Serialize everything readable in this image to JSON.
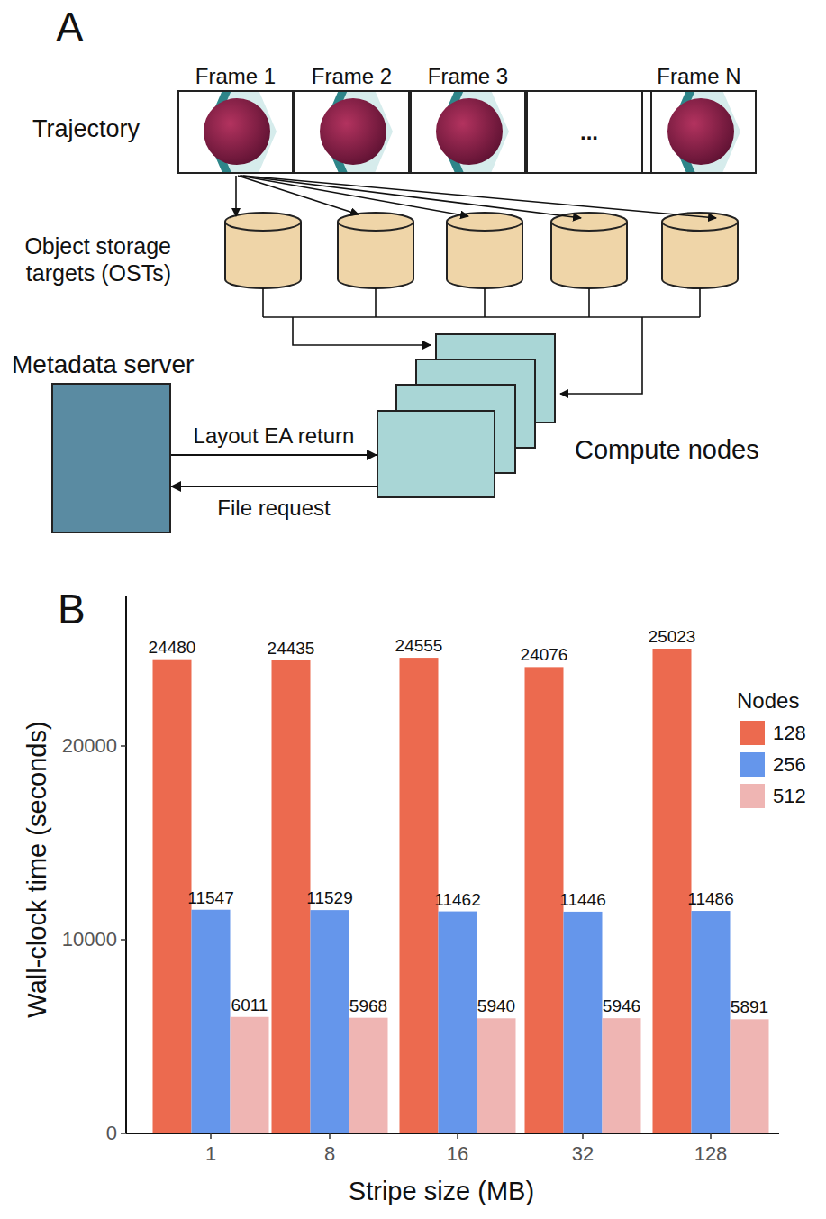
{
  "diagram": {
    "nodes": [
      {
        "text": [
          "Frame 1"
        ]
      },
      {
        "text": [
          "Frame 2"
        ]
      },
      {
        "text": [
          "Frame 3"
        ]
      },
      {
        "text": [
          "..."
        ]
      },
      {
        "text": [
          "Frame N"
        ]
      },
      {
        "text": [
          "Metadata server"
        ]
      },
      {
        "text": [
          "Compute nodes"
        ]
      }
    ],
    "edges": [
      {
        "from": 5,
        "to": 6,
        "label": "Layout EA return",
        "arrow": "to"
      },
      {
        "from": 6,
        "to": 5,
        "label": "File request",
        "arrow": "to"
      }
    ],
    "labels": [
      "A",
      "B",
      "Trajectory",
      "Object storage targets (OSTs)",
      "Wall-clock time (seconds)",
      "0",
      "10000",
      "20000",
      "Stripe size (MB)",
      "1",
      "8",
      "16",
      "32",
      "128",
      "24480",
      "11547",
      "6011",
      "24435",
      "11529",
      "5968",
      "24555",
      "11462",
      "5940",
      "24076",
      "11446",
      "5946",
      "25023",
      "11486",
      "5891",
      "Nodes"
    ],
    "legend": [
      {
        "text": "128",
        "color": "#ec6a4f"
      },
      {
        "text": "256",
        "color": "#6596eb"
      },
      {
        "text": "512",
        "color": "#efb5b3"
      }
    ]
  }
}
